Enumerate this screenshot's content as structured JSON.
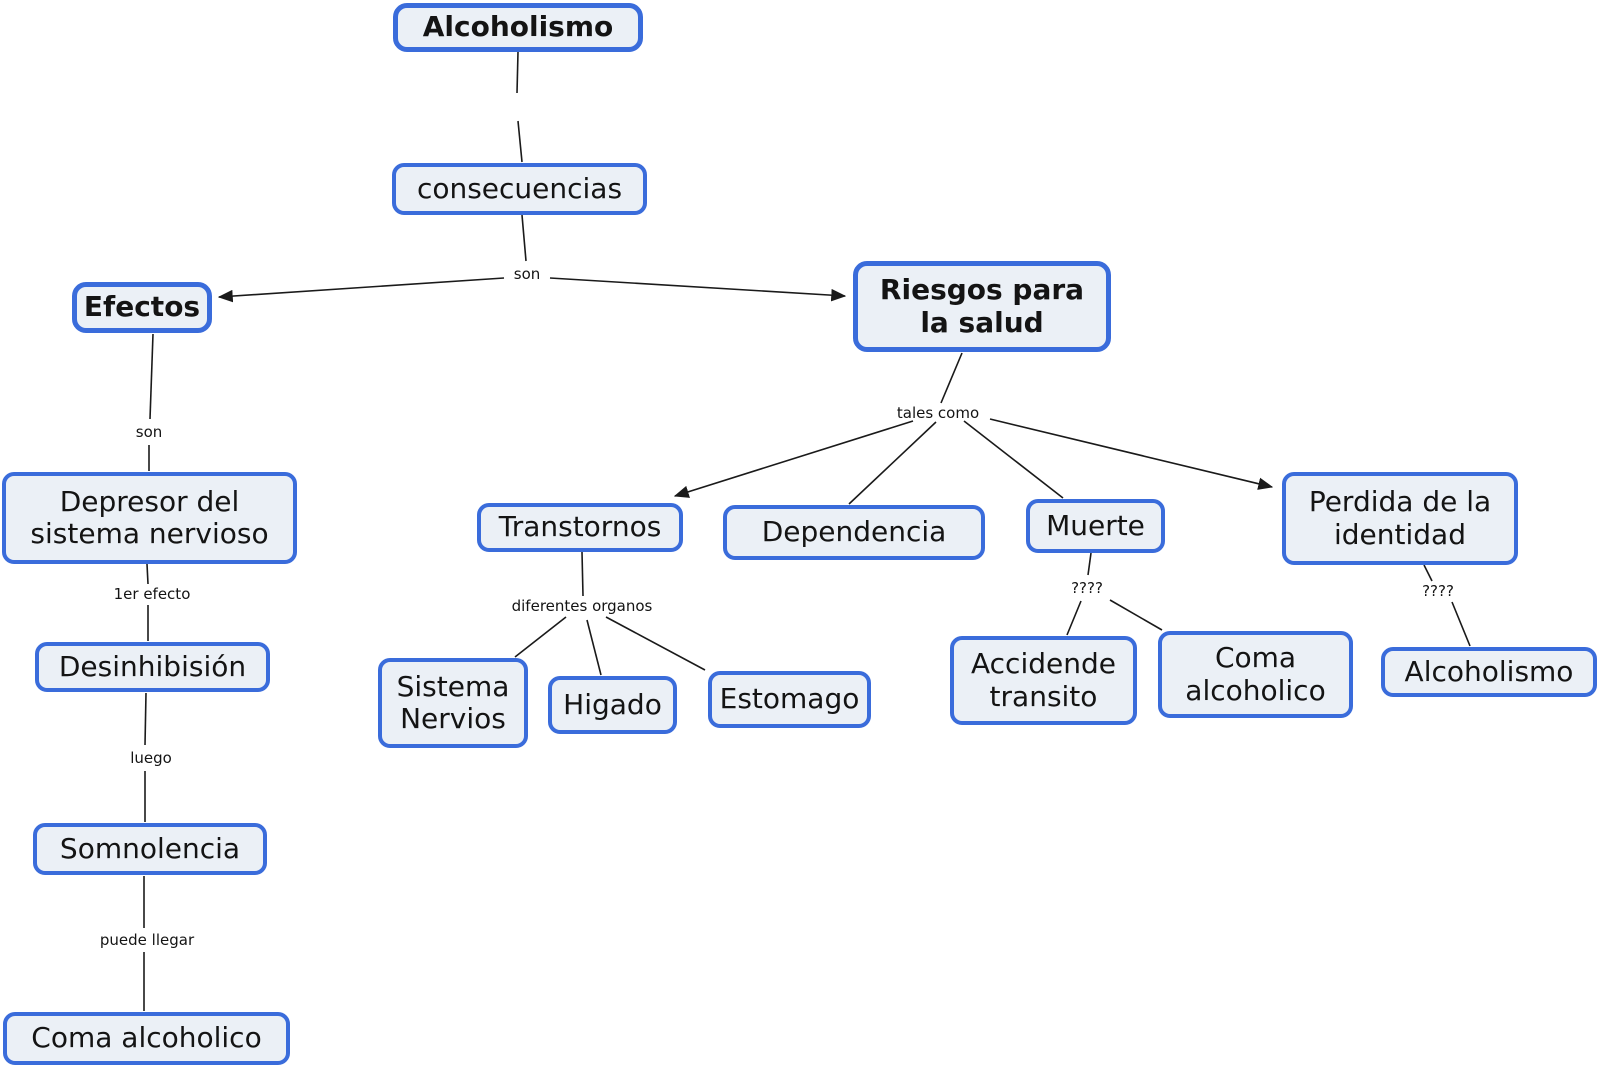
{
  "diagram_title": "Alcoholismo",
  "nodes": {
    "alcoholismo_root": "Alcoholismo",
    "consecuencias": "consecuencias",
    "efectos": "Efectos",
    "riesgos": "Riesgos para\nla salud",
    "depresor": "Depresor del\nsistema nervioso",
    "desinhibision": "Desinhibisión",
    "somnolencia": "Somnolencia",
    "coma_alcoholico_izq": "Coma alcoholico",
    "transtornos": "Transtornos",
    "dependencia": "Dependencia",
    "muerte": "Muerte",
    "perdida_identidad": "Perdida de la\nidentidad",
    "sistema_nervios": "Sistema\nNervios",
    "higado": "Higado",
    "estomago": "Estomago",
    "accidende_transito": "Accidende\ntransito",
    "coma_alcoholico_der": "Coma\nalcoholico",
    "alcoholismo_final": "Alcoholismo"
  },
  "edge_labels": {
    "son_centro": "son",
    "son_izquierda": "son",
    "primer_efecto": "1er efecto",
    "luego": "luego",
    "puede_llegar": "puede llegar",
    "tales_como": "tales como",
    "diferentes_organos": "diferentes organos",
    "pregunta_muerte": "????",
    "pregunta_perdida": "????"
  },
  "colors": {
    "node_border": "#3a6cdb",
    "node_fill": "#ebf0f6",
    "edge_line": "#1a1a1a",
    "text": "#141414",
    "background": "#ffffff"
  }
}
